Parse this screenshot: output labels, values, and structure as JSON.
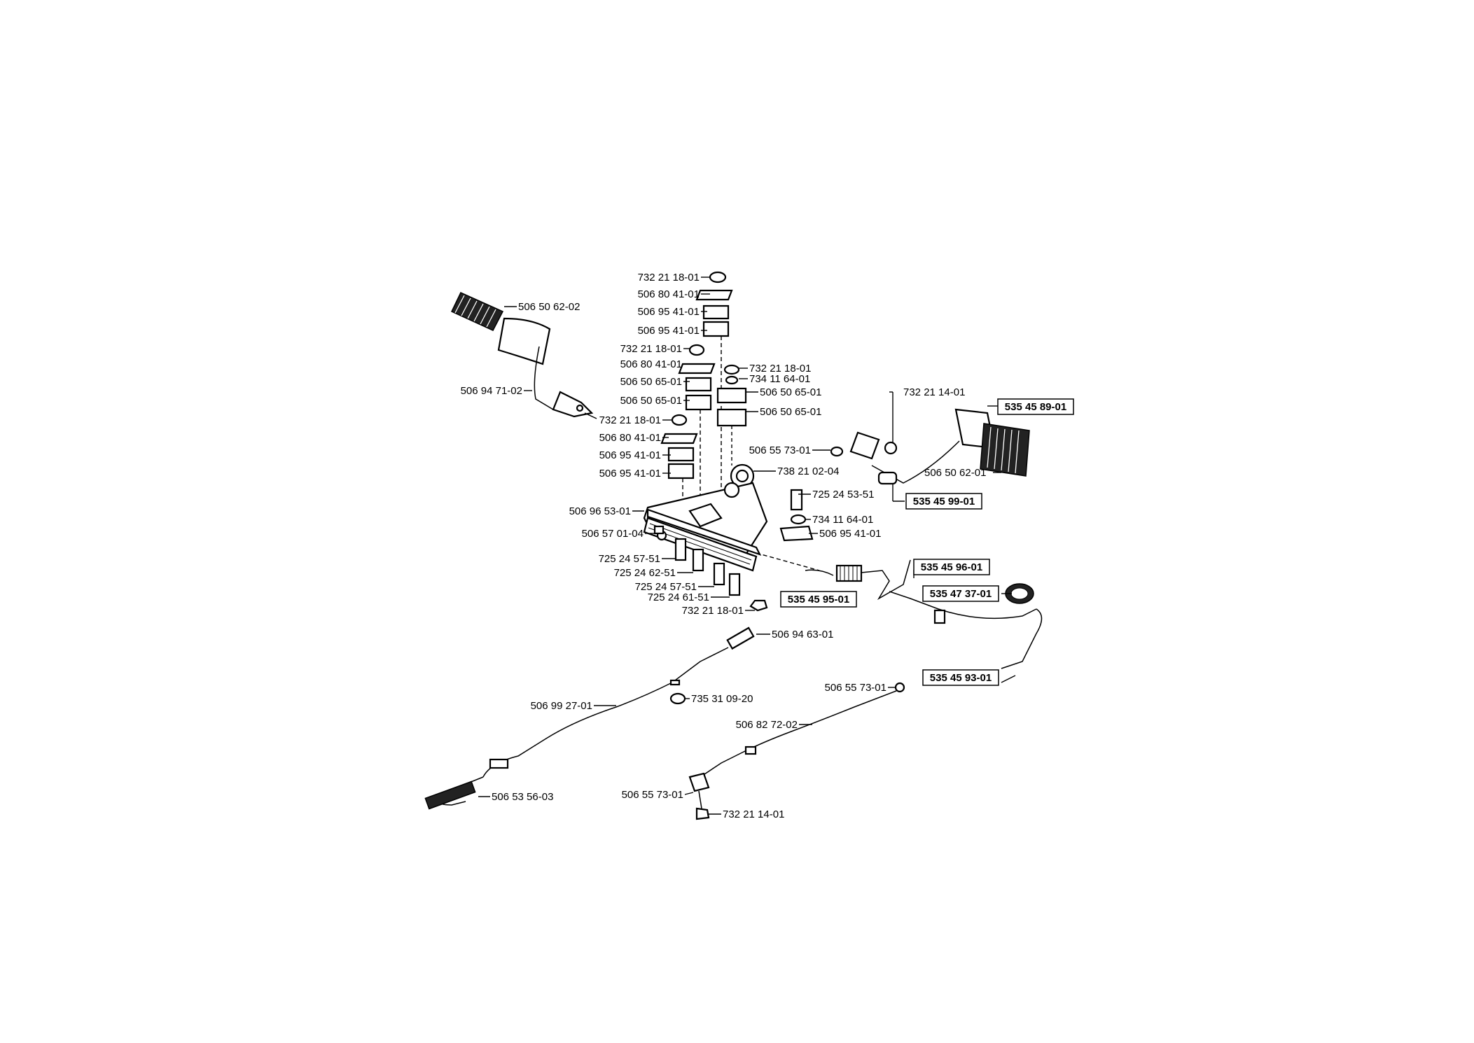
{
  "parts": [
    {
      "id": "p1",
      "code": "732 21 18-01"
    },
    {
      "id": "p2",
      "code": "506 80 41-01"
    },
    {
      "id": "p3",
      "code": "506 95 41-01"
    },
    {
      "id": "p4",
      "code": "506 95 41-01"
    },
    {
      "id": "p5",
      "code": "732 21 18-01"
    },
    {
      "id": "p6",
      "code": "506 80 41-01"
    },
    {
      "id": "p7",
      "code": "506 50 65-01"
    },
    {
      "id": "p8",
      "code": "506 50 65-01"
    },
    {
      "id": "p9",
      "code": "732 21 18-01"
    },
    {
      "id": "p10",
      "code": "506 80 41-01"
    },
    {
      "id": "p11",
      "code": "506 95 41-01"
    },
    {
      "id": "p12",
      "code": "506 95 41-01"
    },
    {
      "id": "p13",
      "code": "732 21 18-01"
    },
    {
      "id": "p14",
      "code": "734 11 64-01"
    },
    {
      "id": "p15",
      "code": "506 50 65-01"
    },
    {
      "id": "p16",
      "code": "506 50 65-01"
    },
    {
      "id": "p17",
      "code": "506 50 62-02"
    },
    {
      "id": "p18",
      "code": "506 94 71-02"
    },
    {
      "id": "p19",
      "code": "732 21 14-01"
    },
    {
      "id": "p20",
      "code": "535 45 89-01",
      "highlight": true
    },
    {
      "id": "p21",
      "code": "506 55 73-01"
    },
    {
      "id": "p22",
      "code": "738 21 02-04"
    },
    {
      "id": "p23",
      "code": "506 50 62-01"
    },
    {
      "id": "p24",
      "code": "725 24 53-51"
    },
    {
      "id": "p25",
      "code": "535 45 99-01",
      "highlight": true
    },
    {
      "id": "p26",
      "code": "506 96 53-01"
    },
    {
      "id": "p27",
      "code": "734 11 64-01"
    },
    {
      "id": "p28",
      "code": "506 57 01-04"
    },
    {
      "id": "p29",
      "code": "506 95 41-01"
    },
    {
      "id": "p30",
      "code": "725 24 57-51"
    },
    {
      "id": "p31",
      "code": "725 24 62-51"
    },
    {
      "id": "p32",
      "code": "725 24 57-51"
    },
    {
      "id": "p33",
      "code": "725 24 61-51"
    },
    {
      "id": "p34",
      "code": "732 21 18-01"
    },
    {
      "id": "p35",
      "code": "535 45 96-01",
      "highlight": true
    },
    {
      "id": "p36",
      "code": "535 45 95-01",
      "highlight": true
    },
    {
      "id": "p37",
      "code": "535 47 37-01",
      "highlight": true
    },
    {
      "id": "p38",
      "code": "506 94 63-01"
    },
    {
      "id": "p39",
      "code": "506 55 73-01"
    },
    {
      "id": "p40",
      "code": "735 31 09-20"
    },
    {
      "id": "p41",
      "code": "506 99 27-01"
    },
    {
      "id": "p42",
      "code": "535 45 93-01",
      "highlight": true
    },
    {
      "id": "p43",
      "code": "506 82 72-02"
    },
    {
      "id": "p44",
      "code": "506 55 73-01"
    },
    {
      "id": "p45",
      "code": "506 53 56-03"
    },
    {
      "id": "p46",
      "code": "732 21 14-01"
    }
  ]
}
